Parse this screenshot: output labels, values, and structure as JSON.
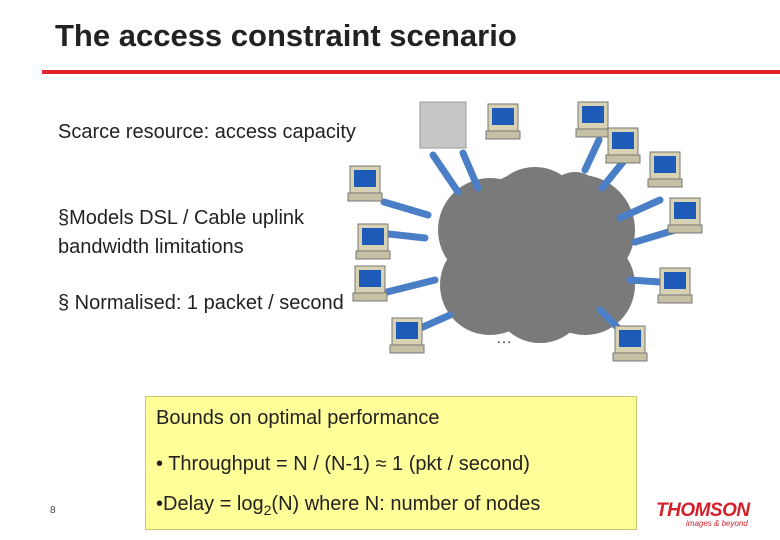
{
  "slide": {
    "title": "The access constraint scenario",
    "text_blocks": [
      "Scarce resource: access capacity",
      "§Models DSL / Cable uplink bandwidth limitations",
      "§ Normalised: 1 packet / second"
    ],
    "diagram_ellipsis": "…",
    "bounds_box": {
      "heading": "Bounds on optimal performance",
      "throughput": "• Throughput = N / (N-1) ≈ 1 (pkt / second)",
      "delay_prefix": "•Delay = log",
      "delay_sub": "2",
      "delay_suffix": "(N) where N: number of nodes"
    },
    "page_number": "8",
    "logo": {
      "name": "THOMSON",
      "tagline": "images & beyond"
    },
    "colors": {
      "accent_rule": "#e2242b",
      "box_fill": "#ffff99",
      "logo": "#d4202a"
    }
  }
}
